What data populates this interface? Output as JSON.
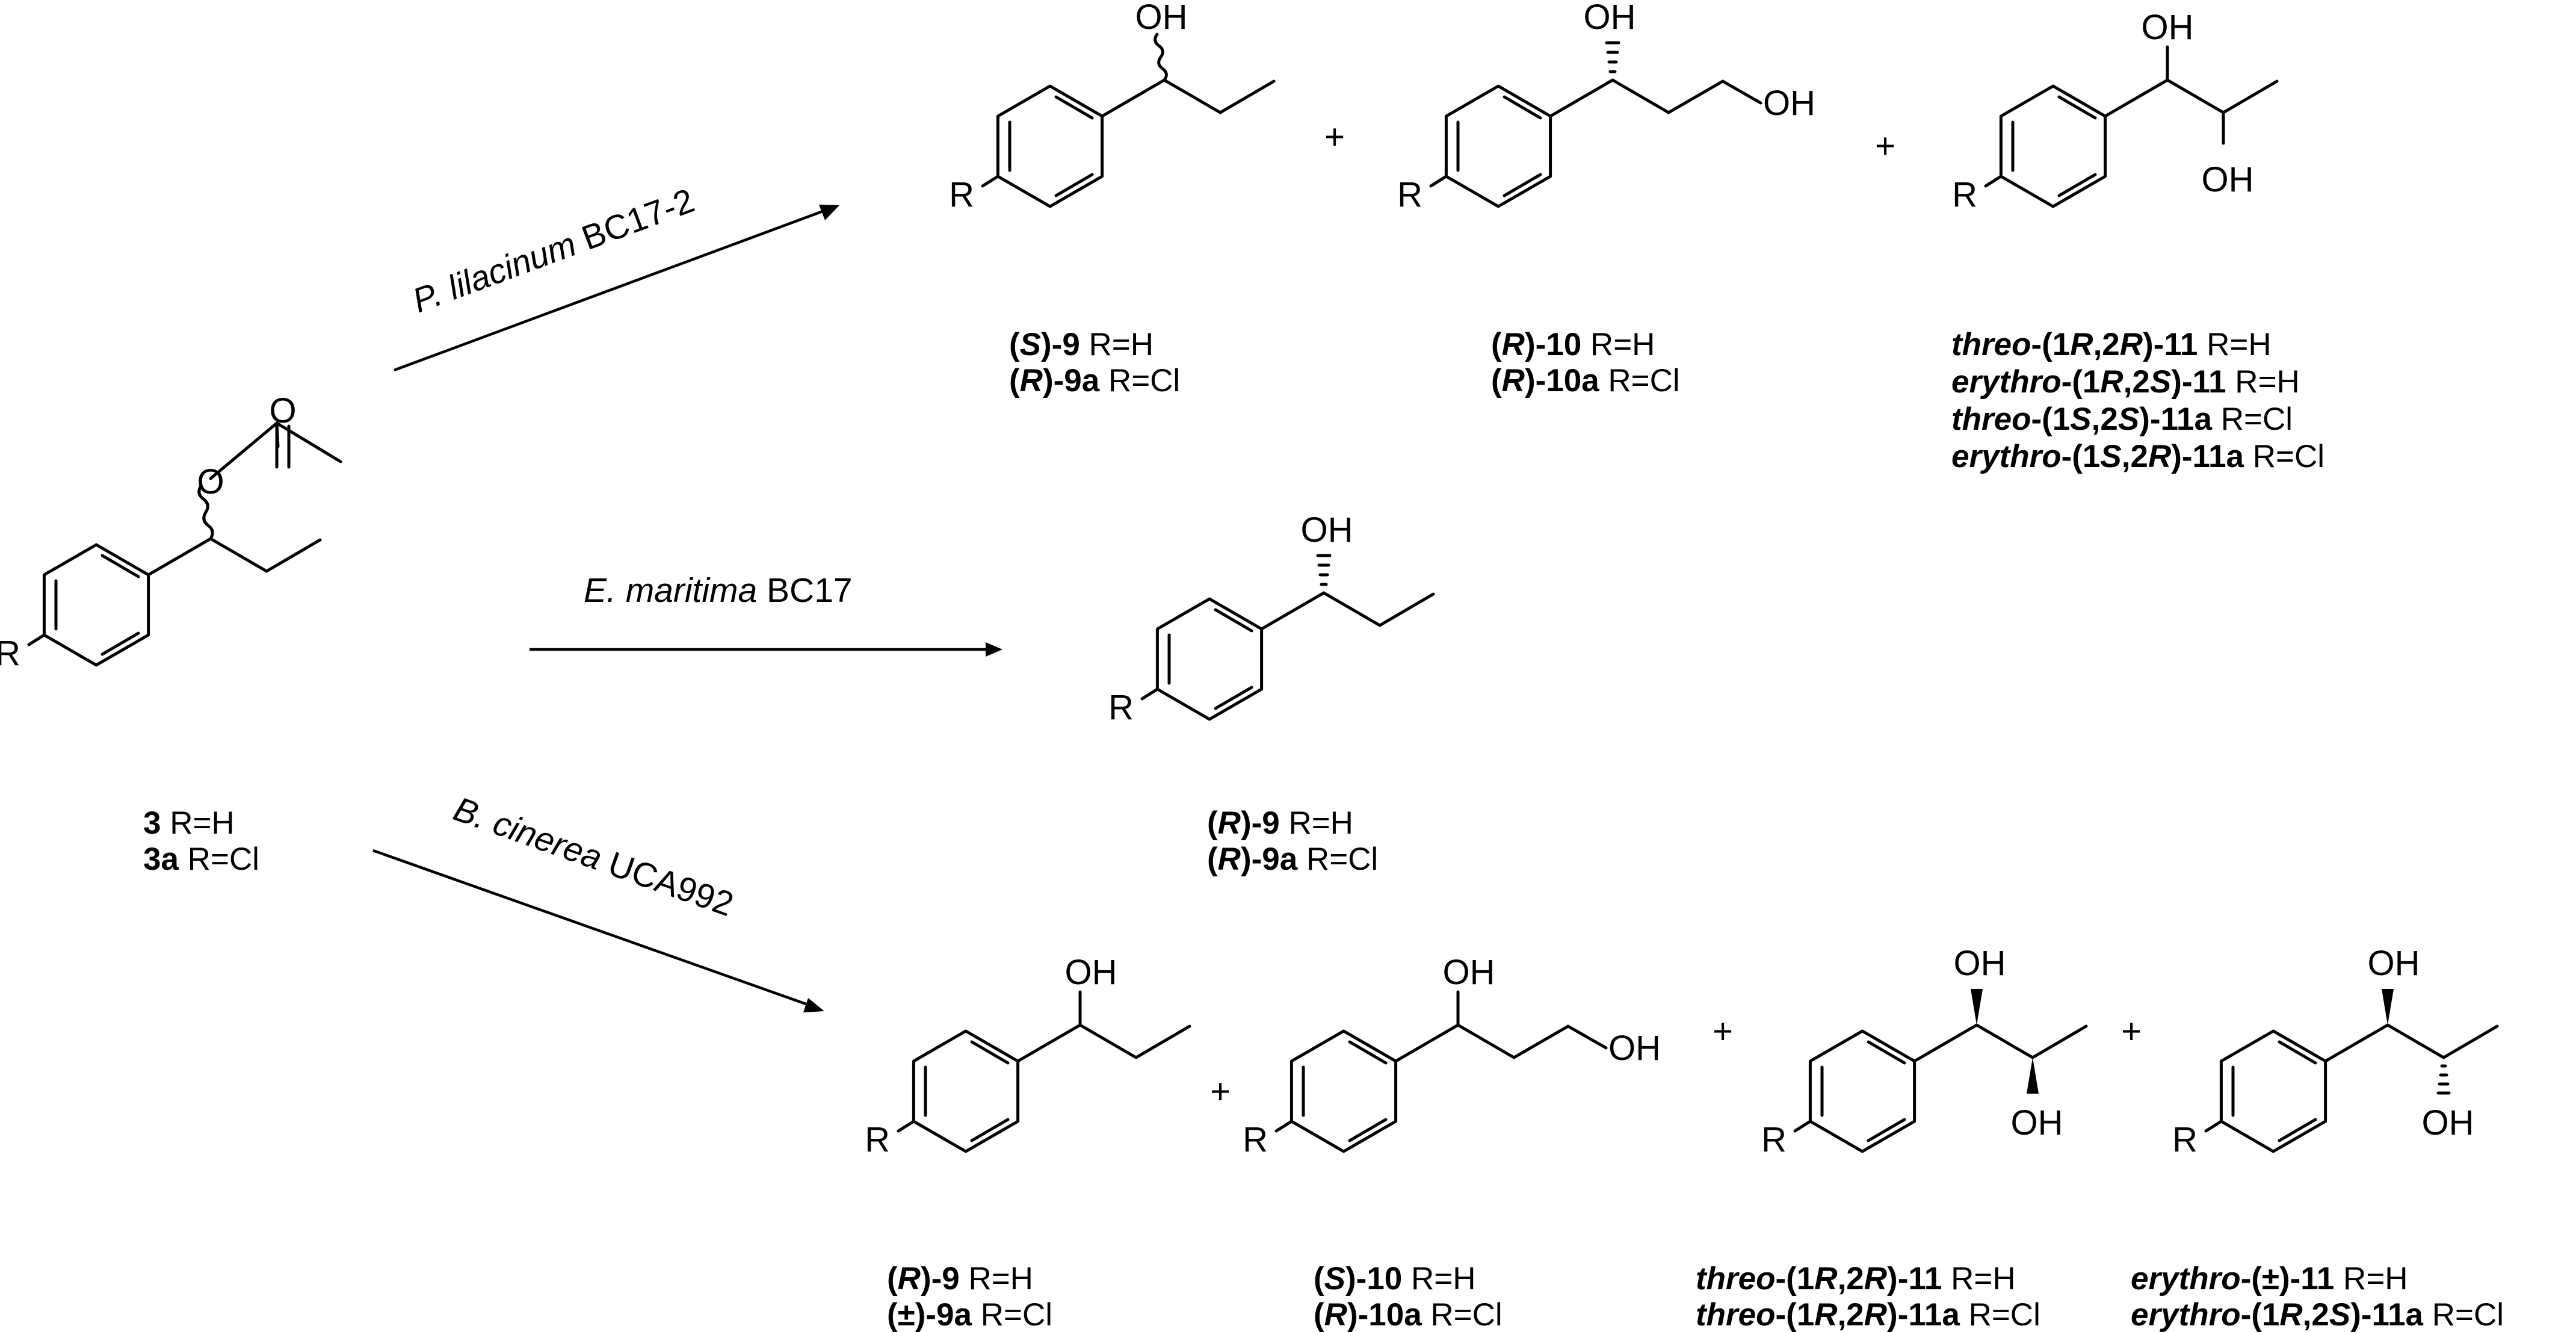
{
  "starting_material": {
    "atoms": {
      "O_carbonyl": "O",
      "O_ester": "O",
      "R": "R"
    },
    "labels": [
      [
        {
          "t": "3",
          "b": true
        },
        {
          "t": "   R=H"
        }
      ],
      [
        {
          "t": "3a",
          "b": true
        },
        {
          "t": " R=Cl"
        }
      ]
    ]
  },
  "reactions": {
    "top": {
      "organism": "P. lilacinum",
      "strain": " BC17-2"
    },
    "middle": {
      "organism": "E. maritima",
      "strain": " BC17"
    },
    "bottom": {
      "organism": "B. cinerea",
      "strain": " UCA992"
    }
  },
  "plus": "+",
  "products_top": [
    {
      "atoms": {
        "OH1": "OH",
        "R": "R"
      },
      "labels": [
        [
          {
            "t": "(",
            "b": true
          },
          {
            "t": "S",
            "b": true,
            "i": true
          },
          {
            "t": ")-9",
            "b": true
          },
          {
            "t": " R=H"
          }
        ],
        [
          {
            "t": "(",
            "b": true
          },
          {
            "t": "R",
            "b": true,
            "i": true
          },
          {
            "t": ")-9a",
            "b": true
          },
          {
            "t": " R=Cl"
          }
        ]
      ]
    },
    {
      "atoms": {
        "OH1": "OH",
        "OH2": "OH",
        "R": "R"
      },
      "labels": [
        [
          {
            "t": "(",
            "b": true
          },
          {
            "t": "R",
            "b": true,
            "i": true
          },
          {
            "t": ")-10",
            "b": true
          },
          {
            "t": " R=H"
          }
        ],
        [
          {
            "t": "(",
            "b": true
          },
          {
            "t": "R",
            "b": true,
            "i": true
          },
          {
            "t": ")-10a",
            "b": true
          },
          {
            "t": " R=Cl"
          }
        ]
      ]
    },
    {
      "atoms": {
        "OH1": "OH",
        "OH2": "OH",
        "R": "R"
      },
      "labels": [
        [
          {
            "t": "threo",
            "b": true,
            "i": true
          },
          {
            "t": "-(1",
            "b": true
          },
          {
            "t": "R",
            "b": true,
            "i": true
          },
          {
            "t": ",2",
            "b": true
          },
          {
            "t": "R",
            "b": true,
            "i": true
          },
          {
            "t": ")-11",
            "b": true
          },
          {
            "t": " R=H"
          }
        ],
        [
          {
            "t": "erythro",
            "b": true,
            "i": true
          },
          {
            "t": "-(1",
            "b": true
          },
          {
            "t": "R",
            "b": true,
            "i": true
          },
          {
            "t": ",2",
            "b": true
          },
          {
            "t": "S",
            "b": true,
            "i": true
          },
          {
            "t": ")-11",
            "b": true
          },
          {
            "t": " R=H"
          }
        ],
        [
          {
            "t": "threo",
            "b": true,
            "i": true
          },
          {
            "t": "-(1",
            "b": true
          },
          {
            "t": "S",
            "b": true,
            "i": true
          },
          {
            "t": ",2",
            "b": true
          },
          {
            "t": "S",
            "b": true,
            "i": true
          },
          {
            "t": ")-11a",
            "b": true
          },
          {
            "t": " R=Cl"
          }
        ],
        [
          {
            "t": "erythro",
            "b": true,
            "i": true
          },
          {
            "t": "-(1",
            "b": true
          },
          {
            "t": "S",
            "b": true,
            "i": true
          },
          {
            "t": ",2",
            "b": true
          },
          {
            "t": "R",
            "b": true,
            "i": true
          },
          {
            "t": ")-11a",
            "b": true
          },
          {
            "t": " R=Cl"
          }
        ]
      ]
    }
  ],
  "products_middle": [
    {
      "atoms": {
        "OH1": "OH",
        "R": "R"
      },
      "labels": [
        [
          {
            "t": "(",
            "b": true
          },
          {
            "t": "R",
            "b": true,
            "i": true
          },
          {
            "t": ")-9",
            "b": true
          },
          {
            "t": " R=H"
          }
        ],
        [
          {
            "t": "(",
            "b": true
          },
          {
            "t": "R",
            "b": true,
            "i": true
          },
          {
            "t": ")-9a",
            "b": true
          },
          {
            "t": " R=Cl"
          }
        ]
      ]
    }
  ],
  "products_bottom": [
    {
      "atoms": {
        "OH1": "OH",
        "R": "R"
      },
      "labels": [
        [
          {
            "t": "(",
            "b": true
          },
          {
            "t": "R",
            "b": true,
            "i": true
          },
          {
            "t": ")-9",
            "b": true
          },
          {
            "t": " R=H"
          }
        ],
        [
          {
            "t": "(±)-9a",
            "b": true
          },
          {
            "t": " R=Cl"
          }
        ]
      ]
    },
    {
      "atoms": {
        "OH1": "OH",
        "OH2": "OH",
        "R": "R"
      },
      "labels": [
        [
          {
            "t": "(",
            "b": true
          },
          {
            "t": "S",
            "b": true,
            "i": true
          },
          {
            "t": ")-10",
            "b": true
          },
          {
            "t": " R=H"
          }
        ],
        [
          {
            "t": "(",
            "b": true
          },
          {
            "t": "R",
            "b": true,
            "i": true
          },
          {
            "t": ")-10a",
            "b": true
          },
          {
            "t": " R=Cl"
          }
        ]
      ]
    },
    {
      "atoms": {
        "OH1": "OH",
        "OH2": "OH",
        "R": "R"
      },
      "labels": [
        [
          {
            "t": "threo",
            "b": true,
            "i": true
          },
          {
            "t": "-(1",
            "b": true
          },
          {
            "t": "R",
            "b": true,
            "i": true
          },
          {
            "t": ",2",
            "b": true
          },
          {
            "t": "R",
            "b": true,
            "i": true
          },
          {
            "t": ")-11",
            "b": true
          },
          {
            "t": " R=H"
          }
        ],
        [
          {
            "t": "threo",
            "b": true,
            "i": true
          },
          {
            "t": "-(1",
            "b": true
          },
          {
            "t": "R",
            "b": true,
            "i": true
          },
          {
            "t": ",2",
            "b": true
          },
          {
            "t": "R",
            "b": true,
            "i": true
          },
          {
            "t": ")-11a",
            "b": true
          },
          {
            "t": " R=Cl"
          }
        ]
      ]
    },
    {
      "atoms": {
        "OH1": "OH",
        "OH2": "OH",
        "R": "R"
      },
      "labels": [
        [
          {
            "t": "erythro",
            "b": true,
            "i": true
          },
          {
            "t": "-(±)-11",
            "b": true
          },
          {
            "t": " R=H"
          }
        ],
        [
          {
            "t": "erythro",
            "b": true,
            "i": true
          },
          {
            "t": "-(1",
            "b": true
          },
          {
            "t": "R",
            "b": true,
            "i": true
          },
          {
            "t": ",2",
            "b": true
          },
          {
            "t": "S",
            "b": true,
            "i": true
          },
          {
            "t": ")-11a",
            "b": true
          },
          {
            "t": " R=Cl"
          }
        ]
      ]
    }
  ]
}
